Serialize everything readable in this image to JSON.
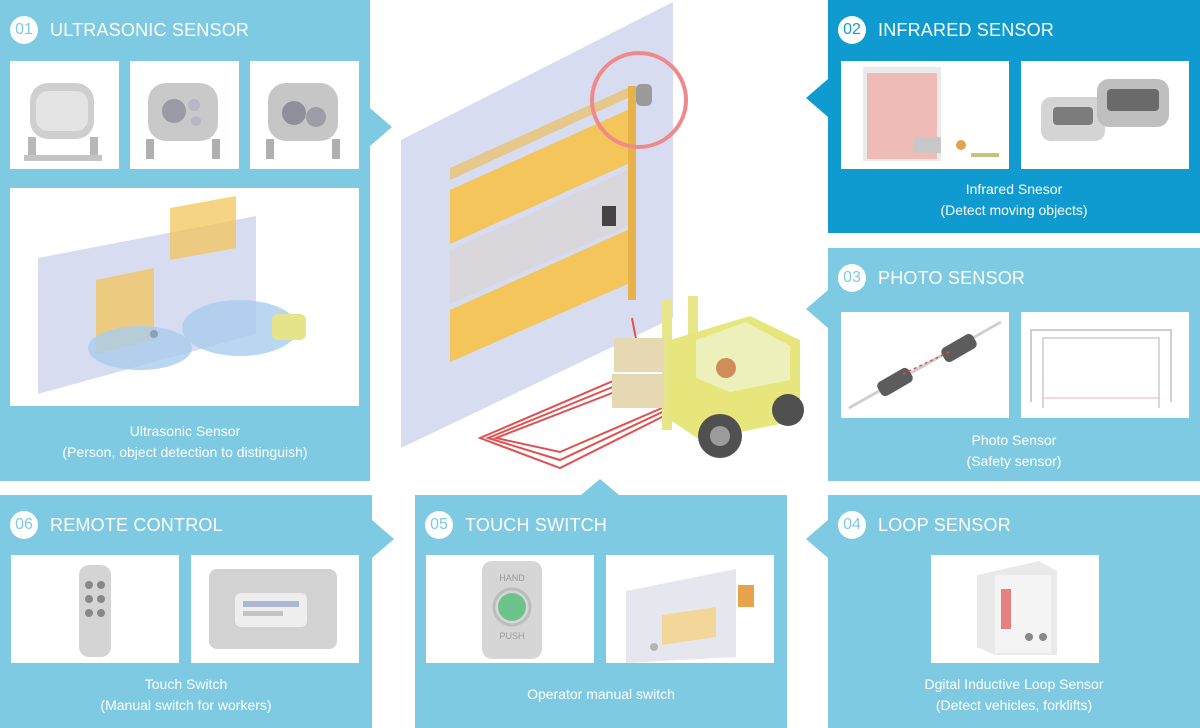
{
  "colors": {
    "panel": "#7ecae2",
    "panel_active": "#0f9bd0",
    "door_yellow": "#f3c55a",
    "loop_red": "#e05050"
  },
  "panels": {
    "ultrasonic": {
      "num": "01",
      "title": "ULTRASONIC SENSOR",
      "caption_line1": "Ultrasonic Sensor",
      "caption_line2": "(Person, object detection to distinguish)"
    },
    "infrared": {
      "num": "02",
      "title": "INFRARED SENSOR",
      "caption_line1": "Infrared Snesor",
      "caption_line2": "(Detect moving objects)"
    },
    "photo": {
      "num": "03",
      "title": "PHOTO SENSOR",
      "caption_line1": "Photo Sensor",
      "caption_line2": "(Safety sensor)"
    },
    "loop": {
      "num": "04",
      "title": "LOOP SENSOR",
      "caption_line1": "Dgital Inductive Loop Sensor",
      "caption_line2": "(Detect vehicles, forklifts)"
    },
    "touch": {
      "num": "05",
      "title": "TOUCH SWITCH",
      "caption_line1": "Operator manual switch"
    },
    "remote": {
      "num": "06",
      "title": "REMOTE CONTROL",
      "caption_line1": "Touch Switch",
      "caption_line2": "(Manual switch for workers)"
    }
  },
  "button_labels": {
    "top": "HAND",
    "bottom": "PUSH"
  }
}
